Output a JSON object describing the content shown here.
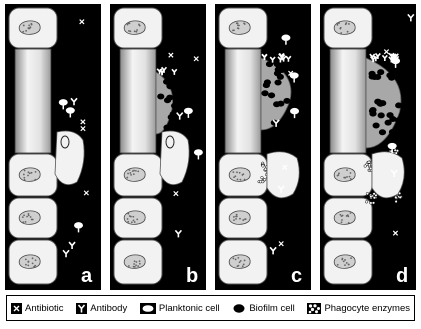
{
  "panels": [
    {
      "label": "a"
    },
    {
      "label": "b"
    },
    {
      "label": "c"
    },
    {
      "label": "d"
    }
  ],
  "legend": [
    {
      "symbol": "antibiotic-icon",
      "label": "Antibiotic"
    },
    {
      "symbol": "antibody-icon",
      "label": "Antibody"
    },
    {
      "symbol": "planktonic-cell-icon",
      "label": "Planktonic cell"
    },
    {
      "symbol": "biofilm-cell-icon",
      "label": "Biofilm cell"
    },
    {
      "symbol": "phagocyte-enzymes-icon",
      "label": "Phagocyte enzymes"
    }
  ],
  "colors": {
    "background": "#000000",
    "tissue_cell": "#f2f2f2",
    "biofilm_matrix": "#a8a8a8",
    "device": "#dcdcdc"
  }
}
